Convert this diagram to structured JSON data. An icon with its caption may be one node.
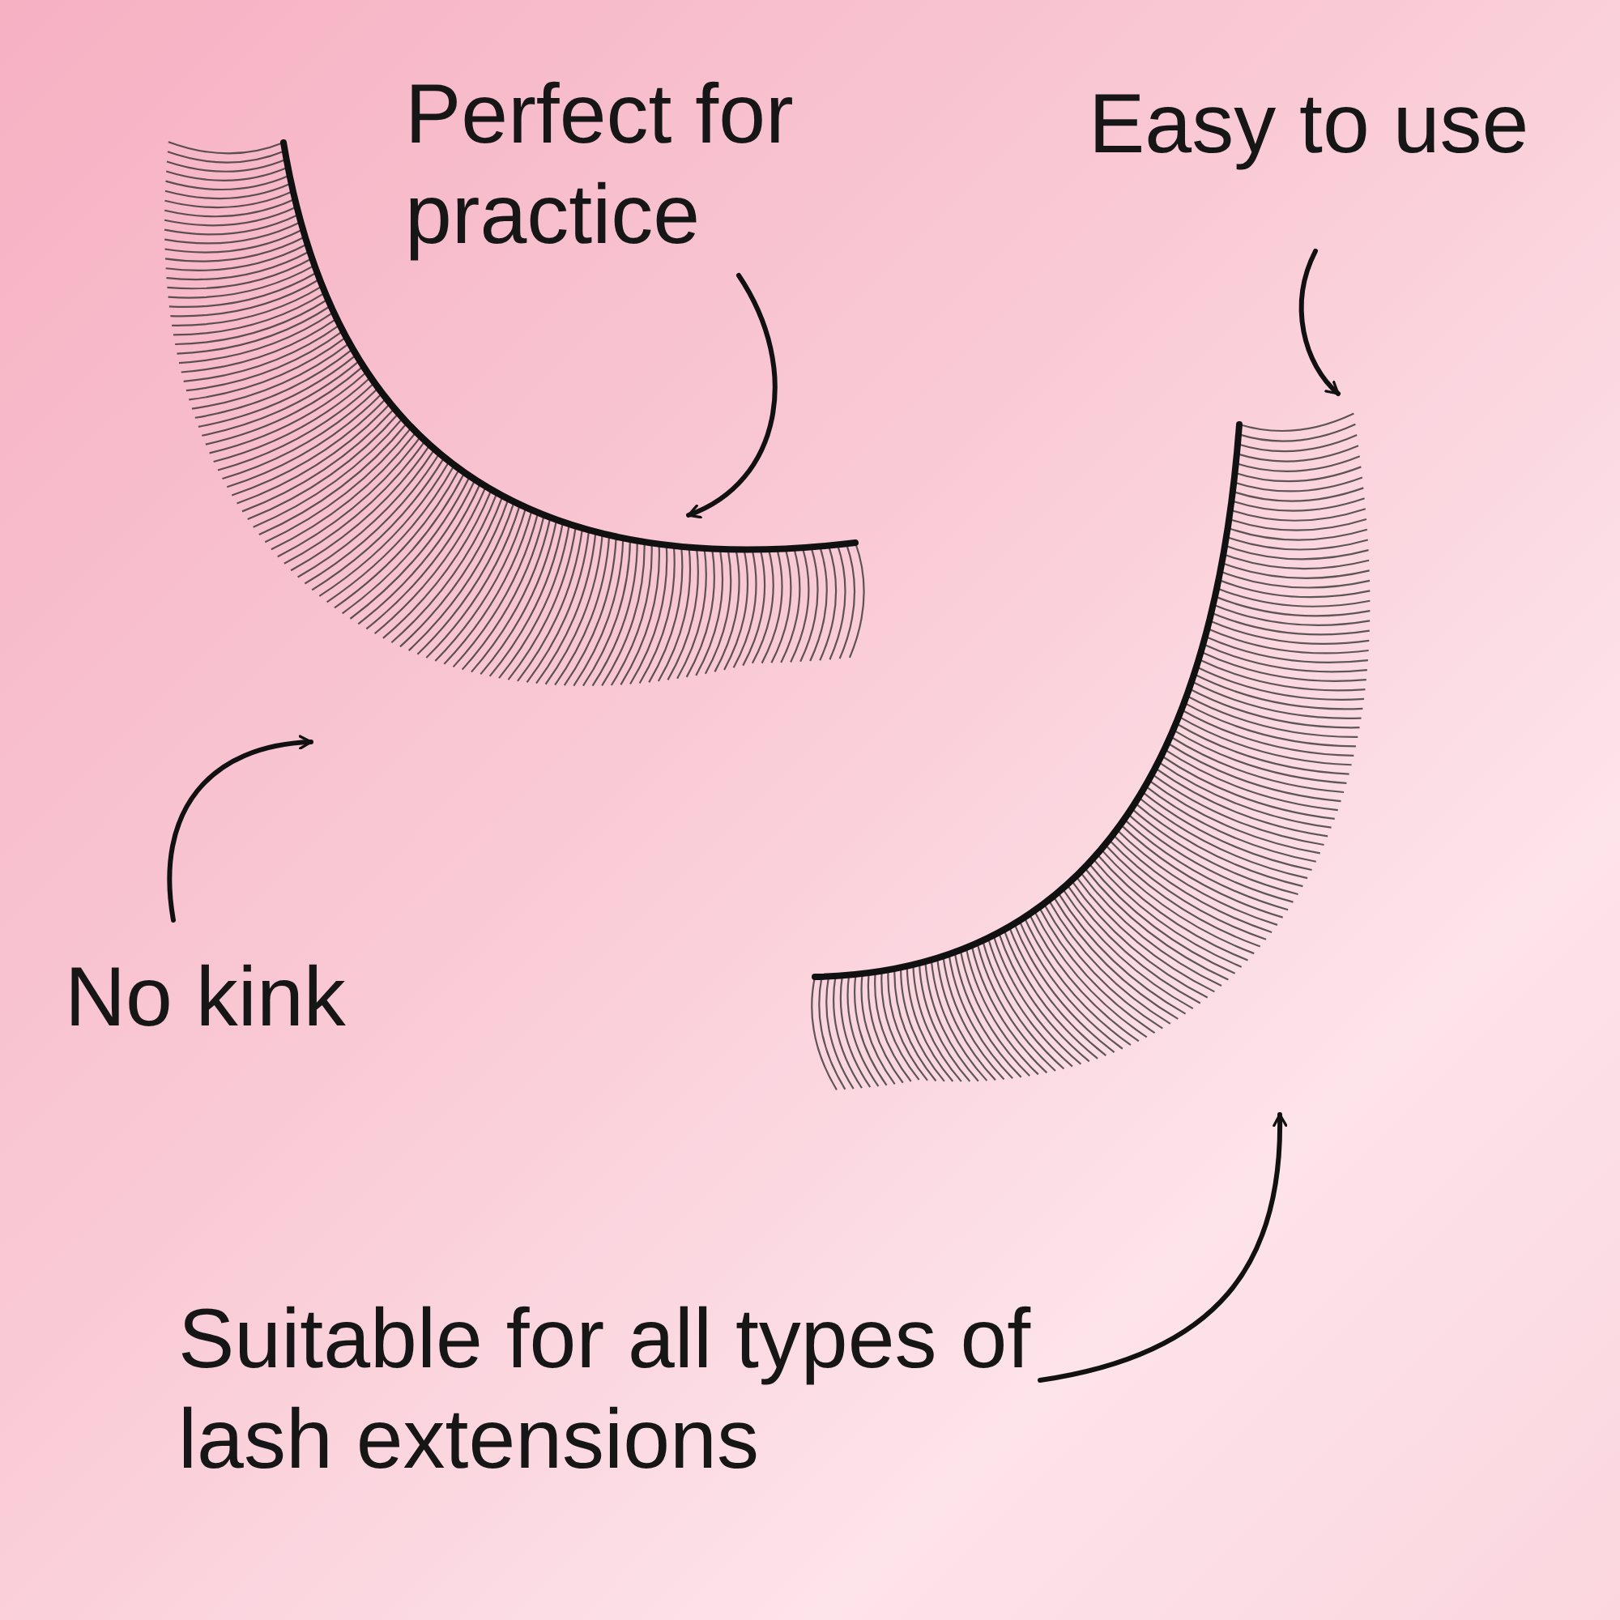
{
  "diagram": {
    "nodes": [
      {
        "text": [
          "Perfect for practice"
        ]
      },
      {
        "text": [
          "Easy to use"
        ]
      },
      {
        "text": [],
        "shape": "picture"
      },
      {
        "text": [],
        "shape": "picture"
      },
      {
        "text": [
          "No kink"
        ]
      },
      {
        "text": [
          "Suitable for all types of lash extensions"
        ]
      }
    ],
    "edges": [
      {
        "from": 0,
        "to": 2,
        "arrow": "to"
      },
      {
        "from": 1,
        "to": 3,
        "arrow": "to"
      },
      {
        "from": 4,
        "to": 2,
        "arrow": "to"
      },
      {
        "from": 5,
        "to": 3,
        "arrow": "to"
      }
    ]
  }
}
